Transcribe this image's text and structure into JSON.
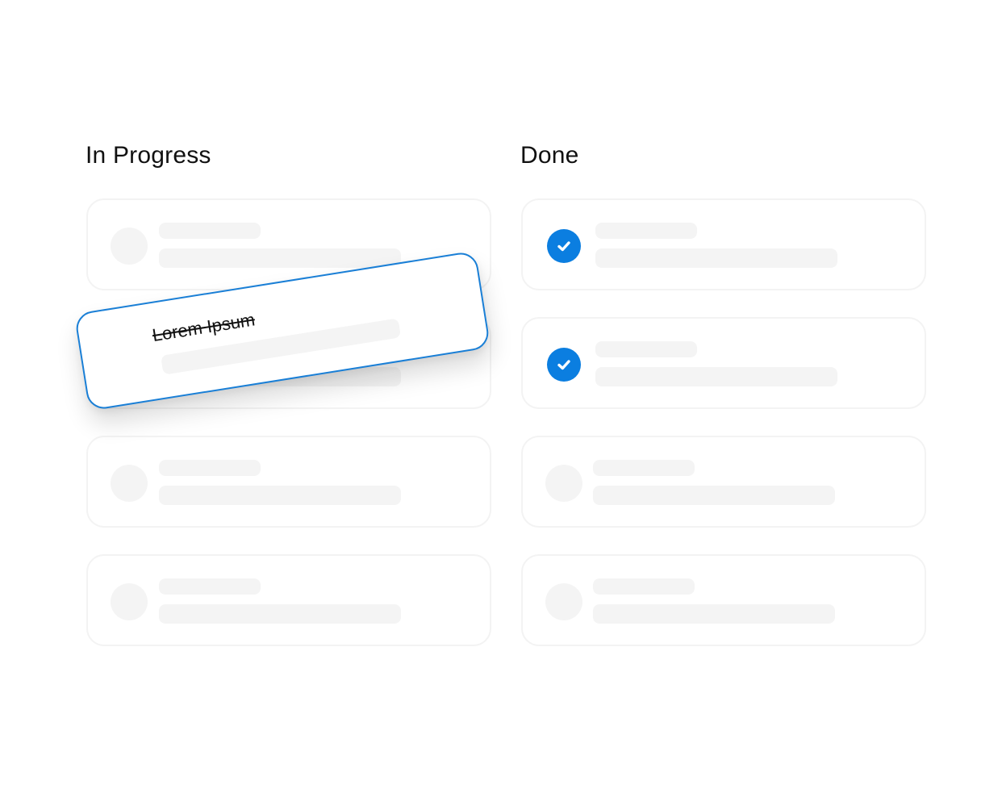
{
  "columns": {
    "in_progress": {
      "title": "In Progress"
    },
    "done": {
      "title": "Done"
    }
  },
  "dragged_card": {
    "title": "Lorem Ipsum",
    "completed": true,
    "icon": "check-circle-icon"
  },
  "colors": {
    "accent": "#0b7ee0",
    "card_border": "#f3f3f3",
    "skeleton": "#f4f4f4",
    "drag_border": "#1a7fd6"
  }
}
